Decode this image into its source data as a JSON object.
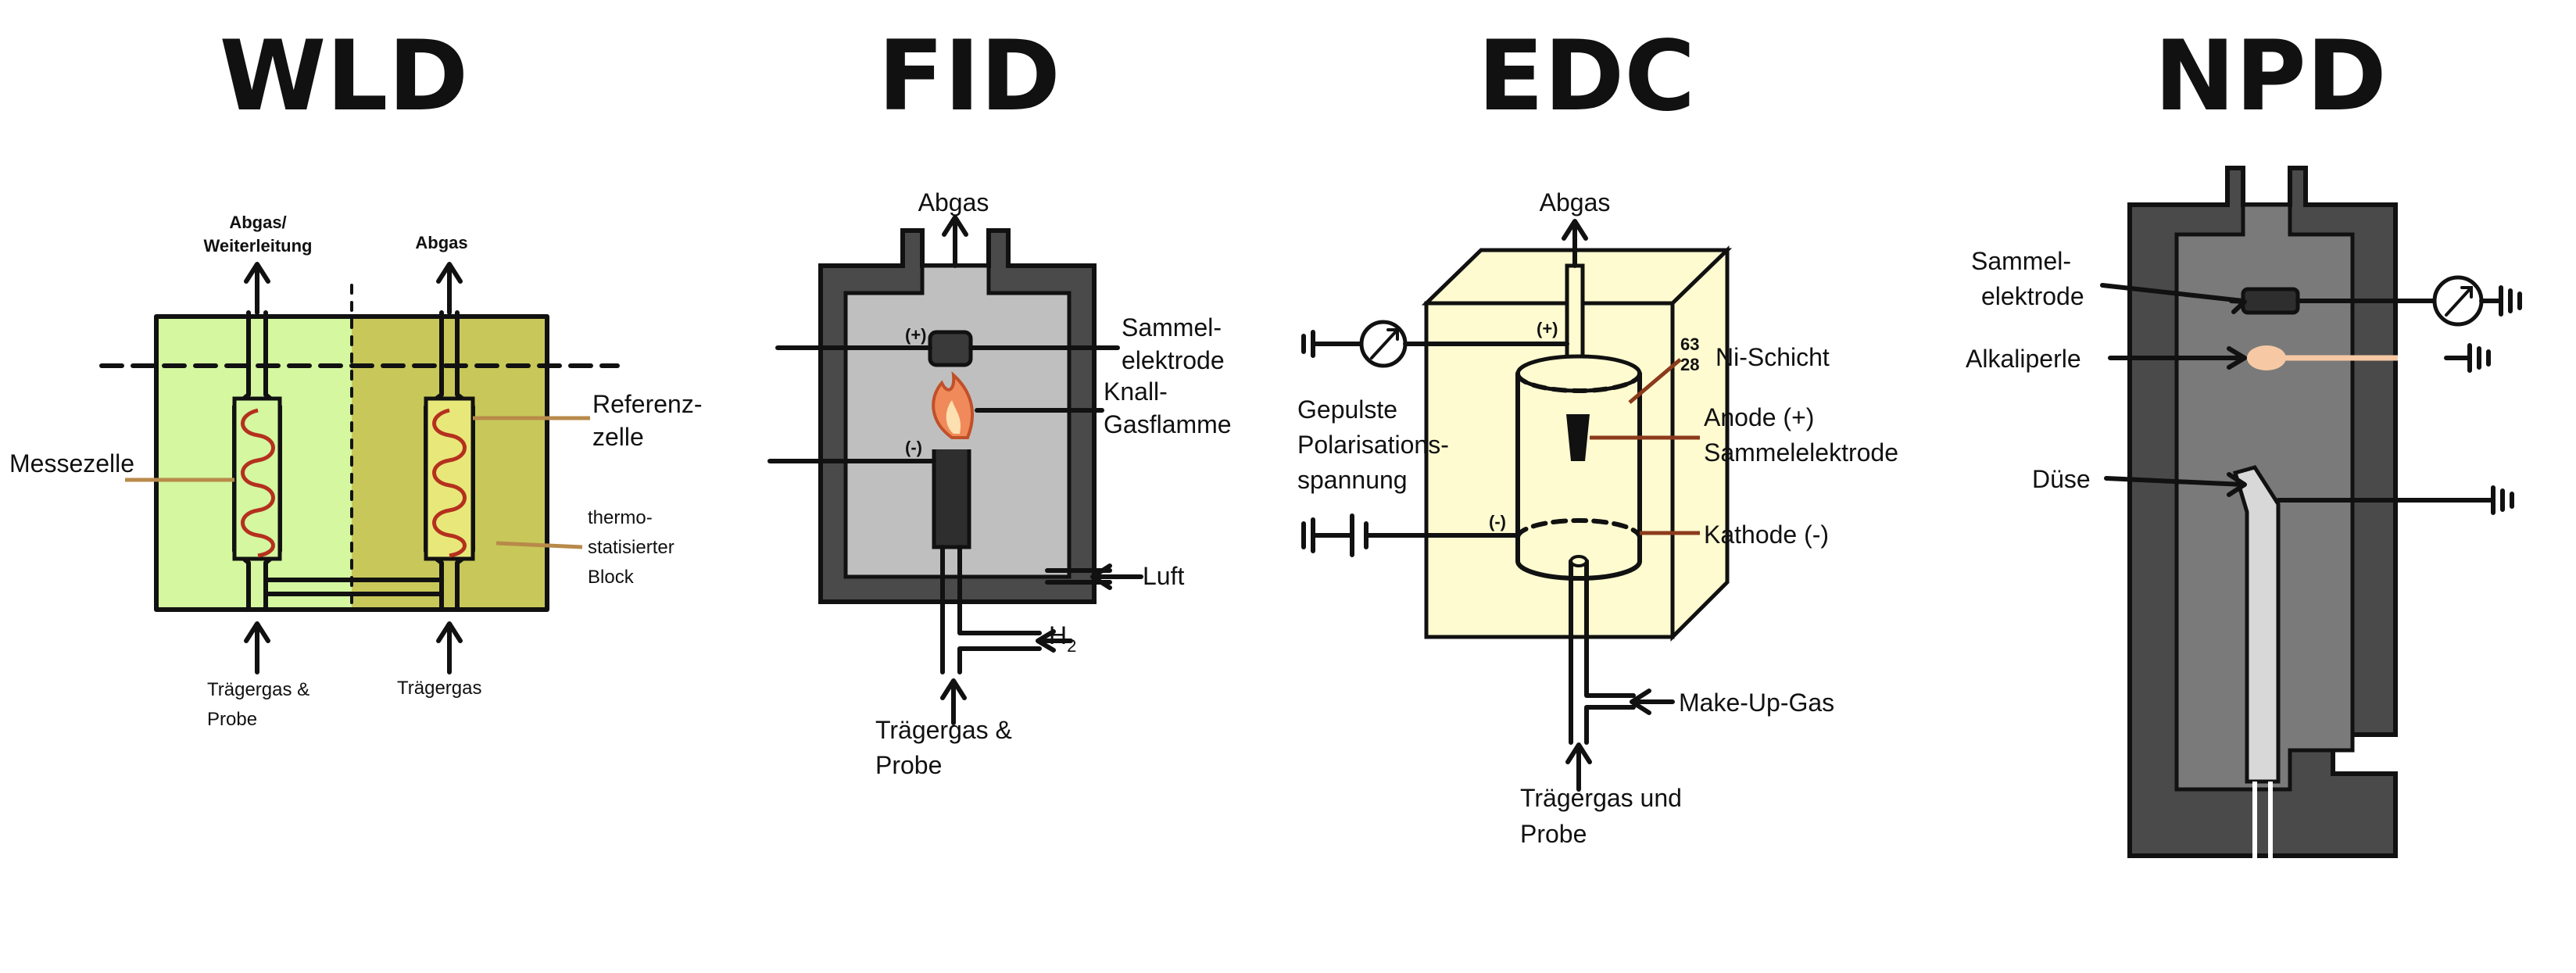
{
  "titles": {
    "wld": "WLD",
    "fid": "FID",
    "edc": "EDC",
    "npd": "NPD"
  },
  "wld": {
    "exhaust_left_line1": "Abgas/",
    "exhaust_left_line2": "Weiterleitung",
    "exhaust_right": "Abgas",
    "measuring_cell": "Messezelle",
    "reference_cell_line1": "Referenz-",
    "reference_cell_line2": "zelle",
    "block_line1": "thermo-",
    "block_line2": "statisierter",
    "block_line3": "Block",
    "carrier_sample_line1": "Trägergas &",
    "carrier_sample_line2": "Probe",
    "carrier_gas": "Trägergas",
    "colors": {
      "measuring": "#d4f7a0",
      "block": "#c8c85a",
      "coil": "#b5301e"
    }
  },
  "fid": {
    "exhaust": "Abgas",
    "collector_line1": "Sammel-",
    "collector_line2": "elektrode",
    "flame_line1": "Knall-",
    "flame_line2": "Gasflamme",
    "air": "Luft",
    "hydrogen": "H",
    "hydrogen_sub": "2",
    "plus": "(+)",
    "minus": "(-)",
    "carrier_sample_line1": "Trägergas &",
    "carrier_sample_line2": "Probe",
    "colors": {
      "housing": "#4a4a4a",
      "chamber": "#bfbfbf",
      "flame": "#f08a5a"
    }
  },
  "edc": {
    "exhaust": "Abgas",
    "ni_mass_top": "63",
    "ni_mass_bottom": "28",
    "ni_layer": "Ni-Schicht",
    "anode_line1": "Anode (+)",
    "anode_line2": "Sammelelektrode",
    "cathode": "Kathode (-)",
    "pulse_line1": "Gepulste",
    "pulse_line2": "Polarisations-",
    "pulse_line3": "spannung",
    "plus": "(+)",
    "minus": "(-)",
    "makeup": "Make-Up-Gas",
    "carrier_sample_line1": "Trägergas und",
    "carrier_sample_line2": "Probe",
    "colors": {
      "box": "#fffbd0",
      "leader": "#8b3b1c"
    }
  },
  "npd": {
    "collector_line1": "Sammel-",
    "collector_line2": "elektrode",
    "alkali_bead": "Alkaliperle",
    "nozzle": "Düse",
    "colors": {
      "housing": "#4a4a4a",
      "chamber": "#7a7a7a",
      "bead": "#f6c9a4"
    }
  }
}
